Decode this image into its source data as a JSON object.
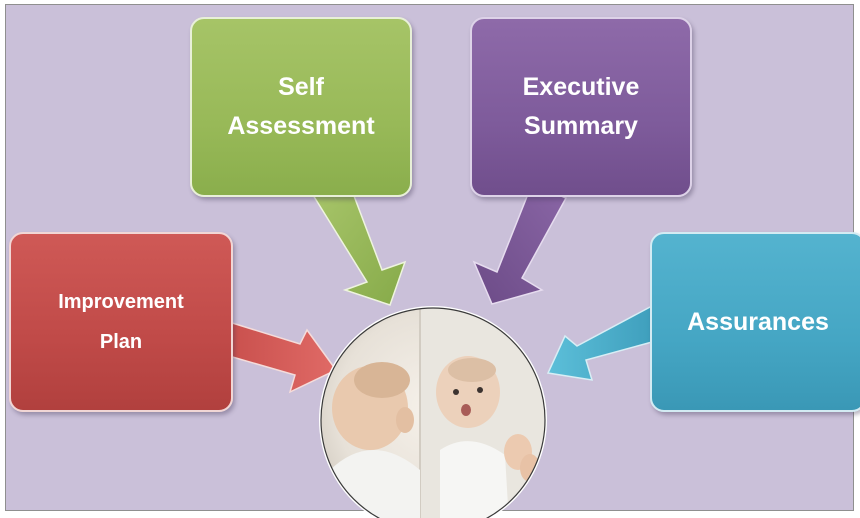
{
  "boxes": {
    "self_assessment": {
      "line1": "Self",
      "line2": "Assessment",
      "color": "#98b958"
    },
    "executive_summary": {
      "line1": "Executive",
      "line2": "Summary",
      "color": "#7e5b9b"
    },
    "improvement_plan": {
      "line1": "Improvement",
      "line2": "Plan",
      "color": "#c04a48"
    },
    "assurances": {
      "line1": "Assurances",
      "color": "#45a6c4"
    }
  },
  "center_image": {
    "subject": "baby looking at reflection in mirror"
  },
  "background_color": "#cac0d9"
}
